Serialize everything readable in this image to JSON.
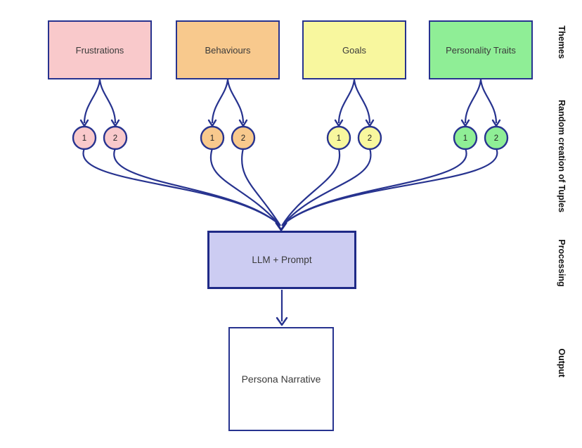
{
  "diagram": {
    "themes": [
      {
        "label": "Frustrations",
        "fill": "#f9c9cb",
        "tuples": [
          "1",
          "2"
        ]
      },
      {
        "label": "Behaviours",
        "fill": "#f8c98d",
        "tuples": [
          "1",
          "2"
        ]
      },
      {
        "label": "Goals",
        "fill": "#f8f79e",
        "tuples": [
          "1",
          "2"
        ]
      },
      {
        "label": "Personality Traits",
        "fill": "#8fee96",
        "tuples": [
          "1",
          "2"
        ]
      }
    ],
    "processing": {
      "label": "LLM + Prompt",
      "fill": "#ccccf2"
    },
    "output": {
      "label": "Persona Narrative",
      "fill": "#ffffff"
    },
    "stages": [
      {
        "label": "Themes"
      },
      {
        "label": "Random creation of Tuples"
      },
      {
        "label": "Processing"
      },
      {
        "label": "Output"
      }
    ],
    "colors": {
      "stroke": "#27338f",
      "processing_border": "#1f2a87",
      "box_text": "#3a3a3a",
      "stage_text": "#111111"
    }
  }
}
